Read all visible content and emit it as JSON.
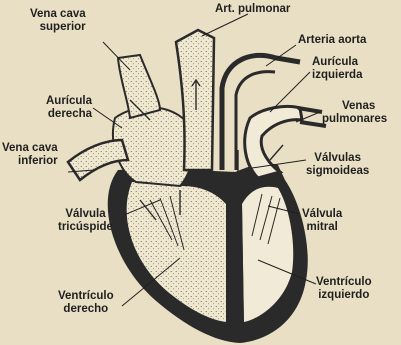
{
  "labels": {
    "vena_cava_superior": [
      "Vena cava",
      "superior"
    ],
    "art_pulmonar": [
      "Art. pulmonar"
    ],
    "arteria_aorta": [
      "Arteria aorta"
    ],
    "auricula_izquierda": [
      "Aurícula",
      "izquierda"
    ],
    "venas_pulmonares": [
      "Venas",
      "pulmonares"
    ],
    "auricula_derecha": [
      "Aurícula",
      "derecha"
    ],
    "vena_cava_inferior": [
      "Vena cava",
      "inferior"
    ],
    "valvulas_sigmoideas": [
      "Válvulas",
      "sigmoideas"
    ],
    "valvula_tricuspide": [
      "Válvula",
      "tricúspide"
    ],
    "valvula_mitral": [
      "Válvula",
      "mitral"
    ],
    "ventriculo_derecho": [
      "Ventrículo",
      "derecho"
    ],
    "ventriculo_izquierdo": [
      "Ventrículo",
      "izquierdo"
    ]
  },
  "colors": {
    "paper": "#e9dfc4",
    "stipple": "#f2ead3",
    "ink": "#1f1f1f",
    "wall": "#2a2a2a"
  }
}
